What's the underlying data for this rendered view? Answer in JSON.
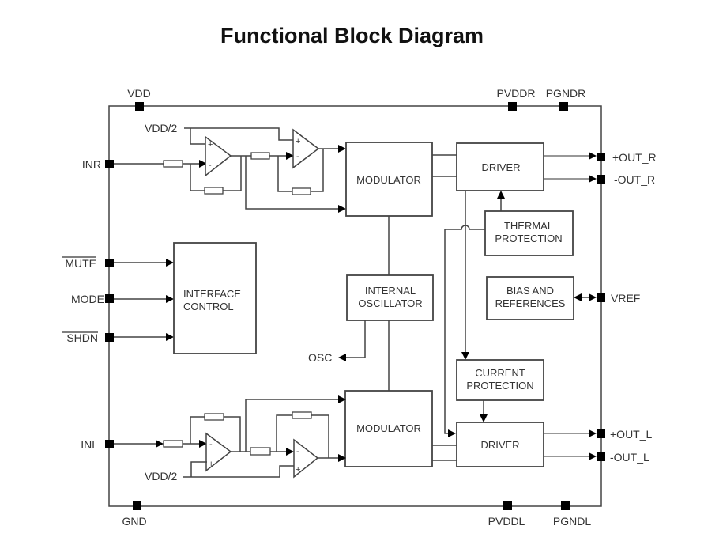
{
  "title": "Functional Block Diagram",
  "pins": {
    "vdd": "VDD",
    "pvddr": "PVDDR",
    "pgndr": "PGNDR",
    "inr": "INR",
    "mute": "MUTE",
    "mode": "MODE",
    "shdn": "SHDN",
    "inl": "INL",
    "gnd": "GND",
    "pvddl": "PVDDL",
    "pgndl": "PGNDL",
    "out_r_pos": "+OUT_R",
    "out_r_neg": "-OUT_R",
    "vref": "VREF",
    "out_l_pos": "+OUT_L",
    "out_l_neg": "-OUT_L",
    "osc": "OSC",
    "vdd_half_top": "VDD/2",
    "vdd_half_bottom": "VDD/2"
  },
  "overbarred_pins": [
    "MUTE",
    "SHDN"
  ],
  "blocks": {
    "modulator_r": "MODULATOR",
    "driver_r": "DRIVER",
    "thermal_protection": [
      "THERMAL",
      "PROTECTION"
    ],
    "interface_control": [
      "INTERFACE",
      "CONTROL"
    ],
    "internal_oscillator": [
      "INTERNAL",
      "OSCILLATOR"
    ],
    "bias_references": [
      "BIAS AND",
      "REFERENCES"
    ],
    "current_protection": [
      "CURRENT",
      "PROTECTION"
    ],
    "modulator_l": "MODULATOR",
    "driver_l": "DRIVER"
  },
  "amp_signs": {
    "plus": "+",
    "minus": "-"
  }
}
